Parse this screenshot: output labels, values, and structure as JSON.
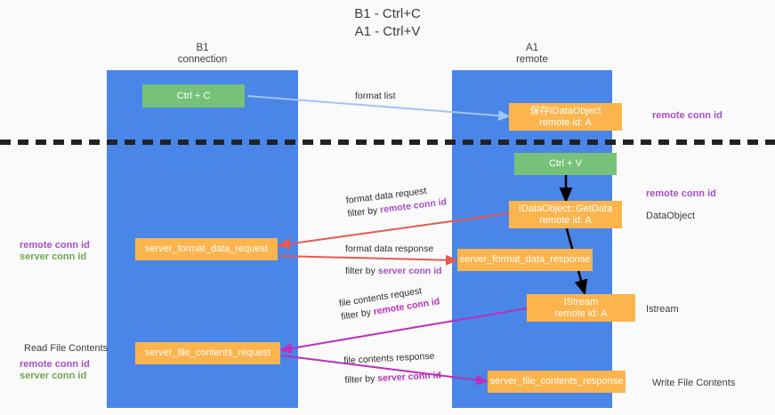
{
  "title": "B1 - Ctrl+C\nA1 - Ctrl+V",
  "colors": {
    "lane": "#4a86e8",
    "green_node": "#76c278",
    "orange_node": "#fcb44d",
    "purple_text": "#a64fc4",
    "green_text": "#6aa84f",
    "magenta_arrow": "#bb2fbb",
    "red_arrow": "#e8594f",
    "blue_arrow": "#9fc5f8",
    "black_arrow": "#000000",
    "divider": "#222222"
  },
  "lanes": [
    {
      "id": "b1",
      "label": "B1\nconnection"
    },
    {
      "id": "a1",
      "label": "A1\nremote"
    }
  ],
  "nodes": [
    {
      "id": "ctrl-c",
      "label": "Ctrl + C",
      "style": "green"
    },
    {
      "id": "idataobject",
      "label": "保存IDataObject\nremote id: A",
      "style": "orange"
    },
    {
      "id": "ctrl-v",
      "label": "Ctrl + V",
      "style": "green"
    },
    {
      "id": "getdata",
      "label": "IDataObject::GetData\nremote id: A",
      "style": "orange"
    },
    {
      "id": "server-format-data-request",
      "label": "server_format_data_request",
      "style": "orange"
    },
    {
      "id": "server-format-data-response",
      "label": "server_format_data_response",
      "style": "orange"
    },
    {
      "id": "istream",
      "label": "IStream\nremote id: A",
      "style": "orange"
    },
    {
      "id": "server-file-contents-request",
      "label": "server_file_contents_request",
      "style": "orange"
    },
    {
      "id": "server-file-contents-response",
      "label": "server_file_contents_response",
      "style": "orange"
    }
  ],
  "edge_labels": {
    "format_list": "format list",
    "format_data_request": "format data request",
    "format_data_request_filter_prefix": "filter by ",
    "format_data_request_filter_key": "remote conn id",
    "format_data_response": "format data response",
    "format_data_response_filter_prefix": "filter by ",
    "format_data_response_filter_key": "server conn id",
    "file_contents_request": "file contents request",
    "file_contents_request_filter_prefix": "filter by ",
    "file_contents_request_filter_key": "remote conn id",
    "file_contents_response": "file contents response",
    "file_contents_response_filter_prefix": "filter by ",
    "file_contents_response_filter_key": "server conn id"
  },
  "right_labels": {
    "remote_conn_id_top": "remote conn id",
    "remote_conn_id_mid": "remote conn id",
    "dataobject": "DataObject",
    "istream": "Istream",
    "write_file_contents": "Write File Contents"
  },
  "left_labels": {
    "remote_conn_id_mid": "remote conn id",
    "server_conn_id_mid": "server conn id",
    "read_file_contents": "Read File Contents",
    "remote_conn_id_low": "remote conn id",
    "server_conn_id_low": "server conn id"
  }
}
